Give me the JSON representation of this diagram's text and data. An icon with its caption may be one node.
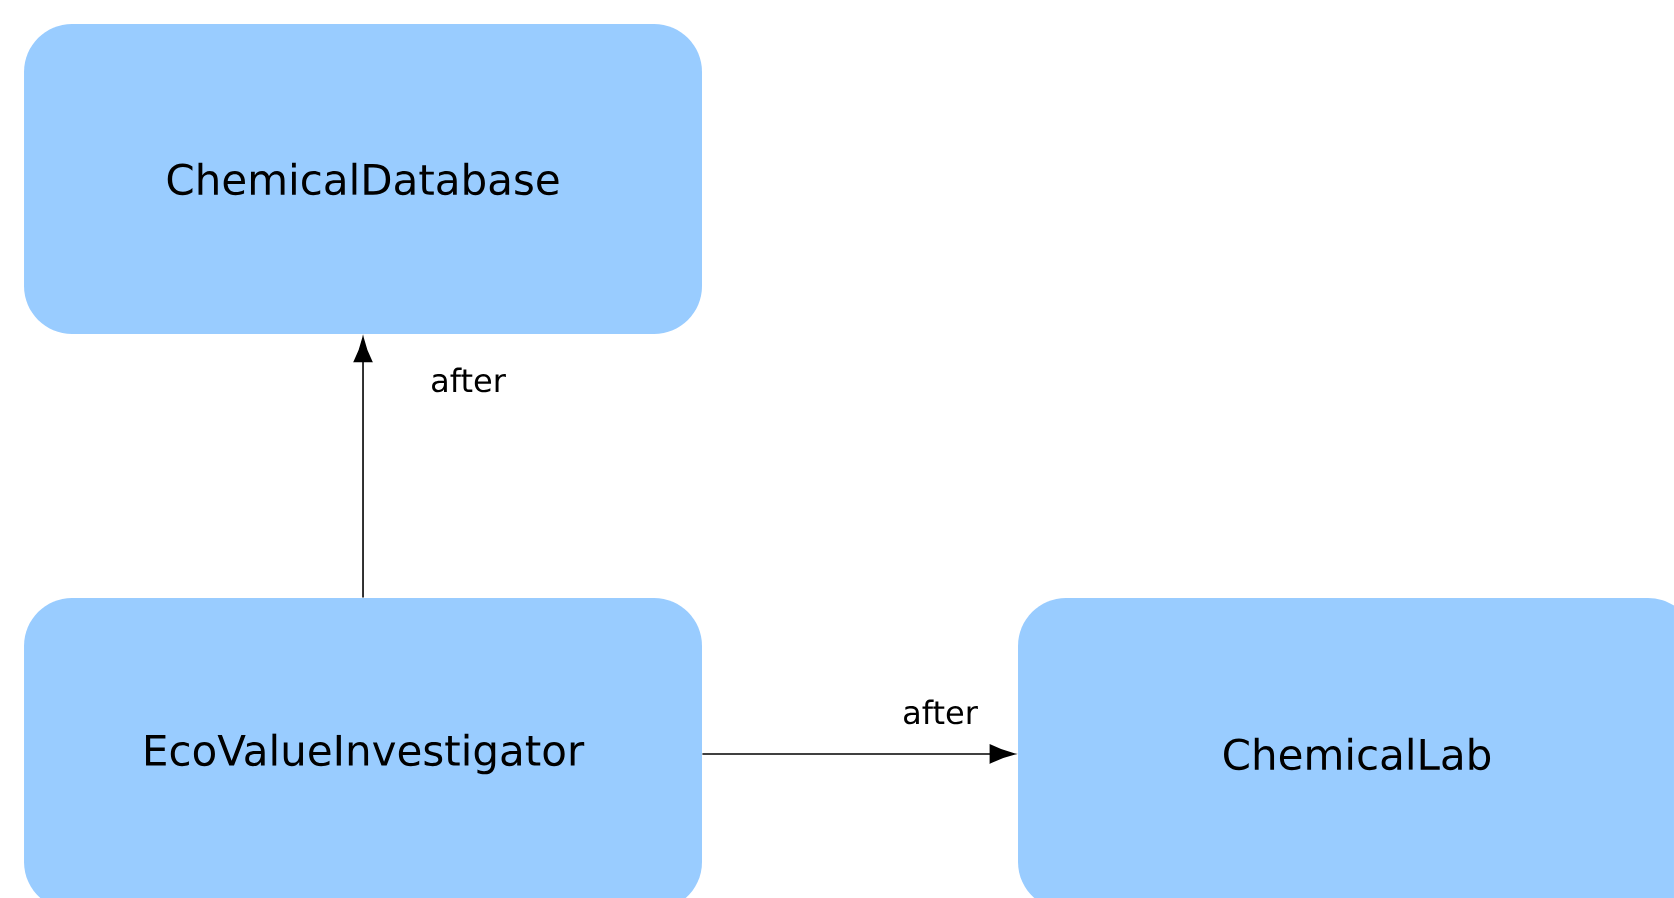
{
  "diagram": {
    "nodes": [
      {
        "text": [
          "ChemicalDatabase"
        ]
      },
      {
        "text": [
          "EcoValueInvestigator"
        ]
      },
      {
        "text": [
          "ChemicalLab"
        ]
      }
    ],
    "edges": [
      {
        "from": 1,
        "to": 0,
        "arrow": "to",
        "label": "after"
      },
      {
        "from": 1,
        "to": 2,
        "arrow": "to",
        "label": "after"
      }
    ]
  }
}
